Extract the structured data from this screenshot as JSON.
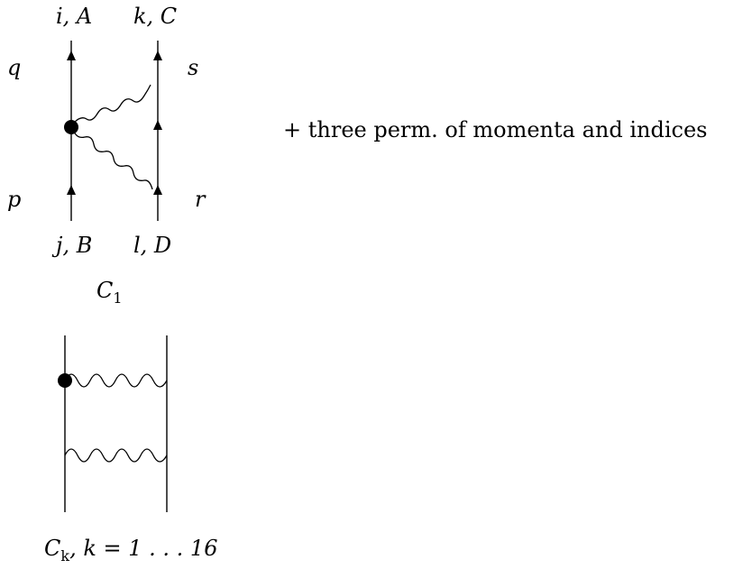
{
  "diagram1": {
    "top_left_label": "i, A",
    "top_right_label": "k, C",
    "bottom_left_label": "j, B",
    "bottom_right_label": "l, D",
    "momentum_q": "q",
    "momentum_s": "s",
    "momentum_p": "p",
    "momentum_r": "r",
    "caption_main": "C",
    "caption_sub": "1"
  },
  "side_note": "+ three perm. of momenta and indices",
  "diagram2": {
    "caption_main": "C",
    "caption_sub": "k",
    "caption_rest": ", k = 1 . . . 16"
  }
}
